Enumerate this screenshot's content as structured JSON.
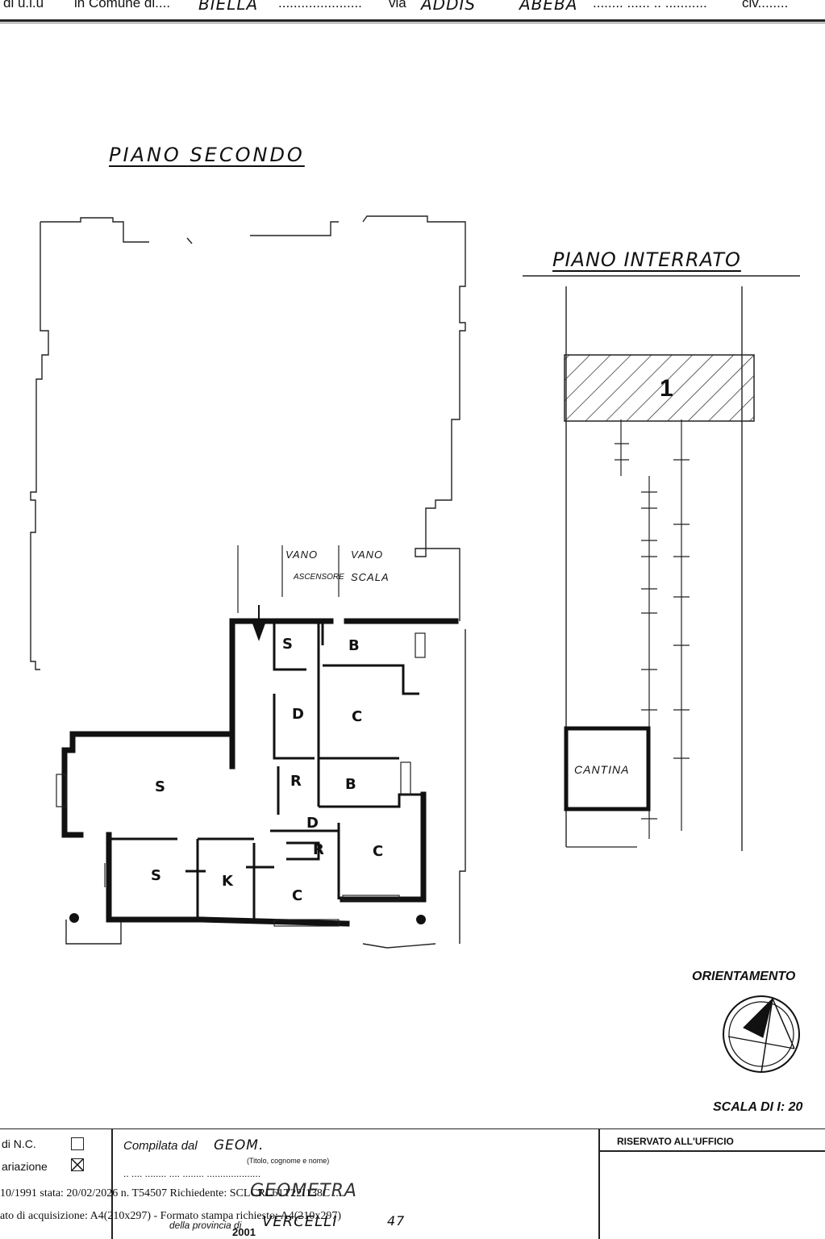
{
  "header": {
    "prefix": "di u.i.u",
    "comune_label": "in Comune di....",
    "comune_value": "BIELLA",
    "comune_dots": "......................",
    "via_label": "via",
    "via_value": "ADDIS",
    "via_value2": "ABEBA",
    "via_dots": "........ ...... .. ...........",
    "civ_label": "civ........"
  },
  "plan_second": {
    "title": "PIANO   SECONDO",
    "vano_ascensore_1": "VANO",
    "vano_ascensore_2": "ASCENSORE",
    "vano_scala_1": "VANO",
    "vano_scala_2": "SCALA",
    "rooms": [
      "S",
      "B",
      "D",
      "C",
      "R",
      "B",
      "S",
      "D",
      "R",
      "C",
      "S",
      "K",
      "C"
    ]
  },
  "plan_basement": {
    "title": "PIANO INTERRATO",
    "unit_number": "1",
    "cantina_label": "CANTINA"
  },
  "orientation": {
    "label": "ORIENTAMENTO"
  },
  "scale": {
    "label": "SCALA DI I: 20"
  },
  "footer": {
    "check_nc": "di N.C.",
    "check_variazione": "ariazione",
    "variazione_checked": true,
    "compilata_label": "Compilata dal",
    "compilata_value": "GEOM.",
    "compilata_caption": "(Titolo, cognome e nome)",
    "dots_line": ".. .... ........ .... ........ ....................",
    "stamp_line1": "10/1991 stata: 20/02/2026 n. T54507 Richiedente: SCLCRL61T22I138C ....",
    "stamp_line2": "ato di acquisizione: A4(210x297) - Formato stampa richiesto: A4(210x297)",
    "handwritten_name": "GEOMETRA",
    "provincia_label": "della provincia di",
    "provincia_value": "VERCELLI",
    "provincia_num": "47",
    "year": "2001",
    "riservato_label": "RISERVATO ALL'UFFICIO"
  }
}
